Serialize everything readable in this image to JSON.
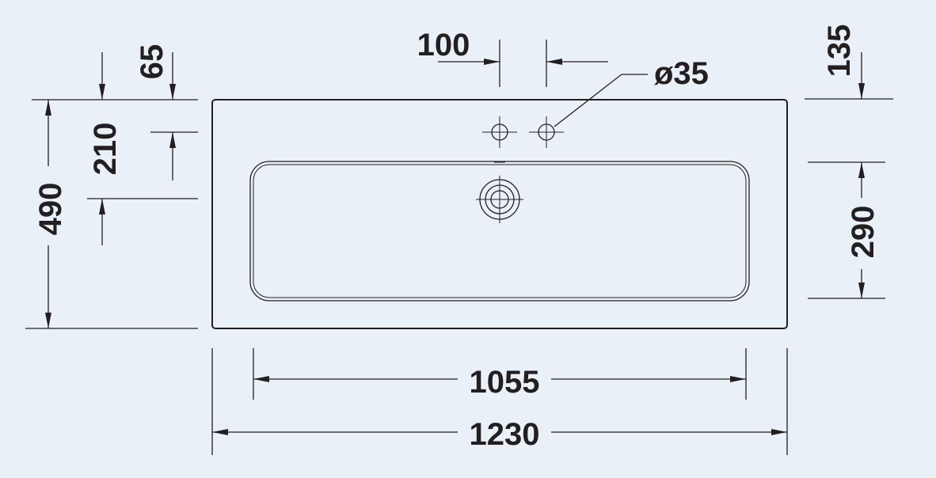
{
  "dimensions": {
    "total_width": "1230",
    "inner_width": "1055",
    "total_depth": "490",
    "bowl_depth": "290",
    "front_to_tap": "210",
    "tap_spacing": "100",
    "edge_to_tap_left": "65",
    "edge_to_tap_right": "135",
    "tap_hole_diameter": "ø35"
  },
  "colors": {
    "background": "#e9f0f8",
    "drawing": "#231f20",
    "basin_fill": "#ffffff"
  }
}
